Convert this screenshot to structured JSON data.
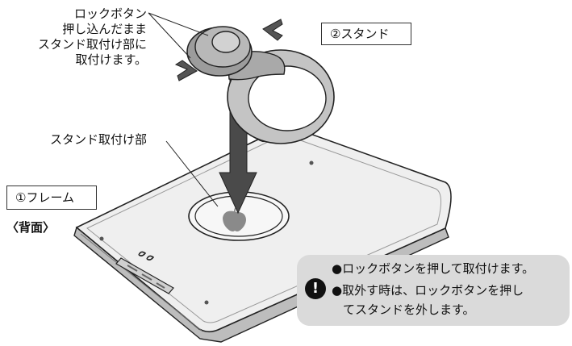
{
  "labels": {
    "lock_button_lines": [
      "ロックボタン",
      "押し込んだまま",
      "スタンド取付け部に",
      "取付けます。"
    ],
    "mount_part": "スタンド取付け部",
    "stand": "②スタンド",
    "frame": "①フレーム",
    "back": "〈背面〉"
  },
  "note": {
    "icon": "!",
    "lines": [
      "●ロックボタンを押して取付けます。",
      "●取外す時は、ロックボタンを押し",
      "てスタンドを外します。"
    ]
  },
  "colors": {
    "stand_body": "#a9a9a9",
    "stand_ring": "#c4c4c4",
    "frame_top": "#eeeeee",
    "note_bg": "#dadada",
    "arrow": "#444444"
  }
}
